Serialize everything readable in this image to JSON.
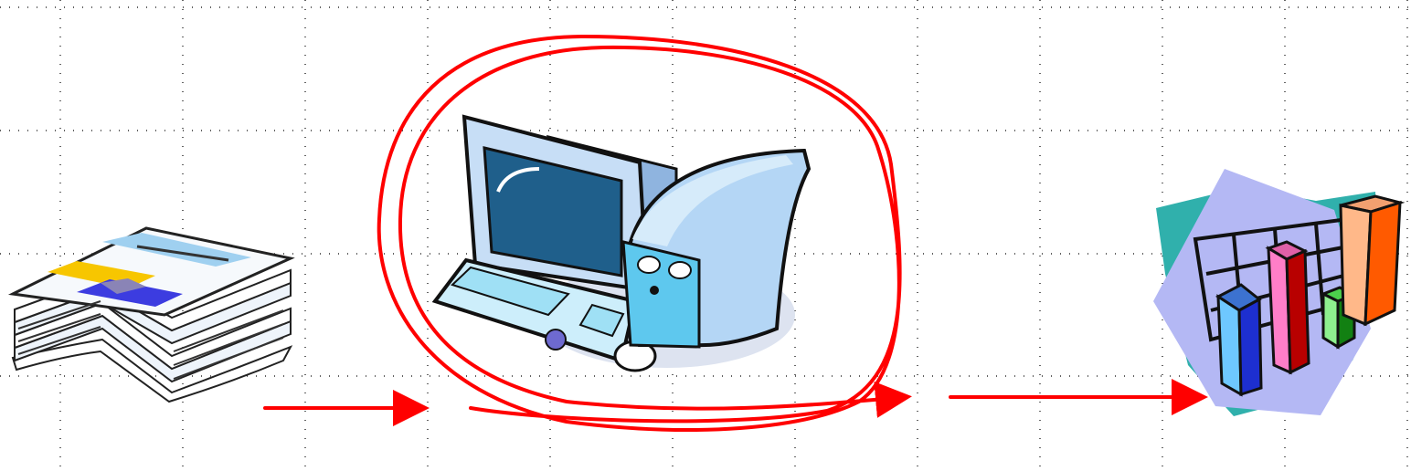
{
  "diagram": {
    "background": "#ffffff",
    "grid_color": "#000000",
    "arrow_color": "#ff0000",
    "nodes": [
      {
        "icon": "document-stack-icon"
      },
      {
        "icon": "computer-icon"
      },
      {
        "icon": "bar-chart-icon"
      }
    ],
    "connectors": [
      {
        "type": "arrow",
        "from": "document-stack-icon",
        "to": "computer-icon"
      },
      {
        "type": "loop-arrow",
        "around": "computer-icon"
      },
      {
        "type": "arrow",
        "from": "computer-icon",
        "to": "bar-chart-icon"
      }
    ]
  }
}
